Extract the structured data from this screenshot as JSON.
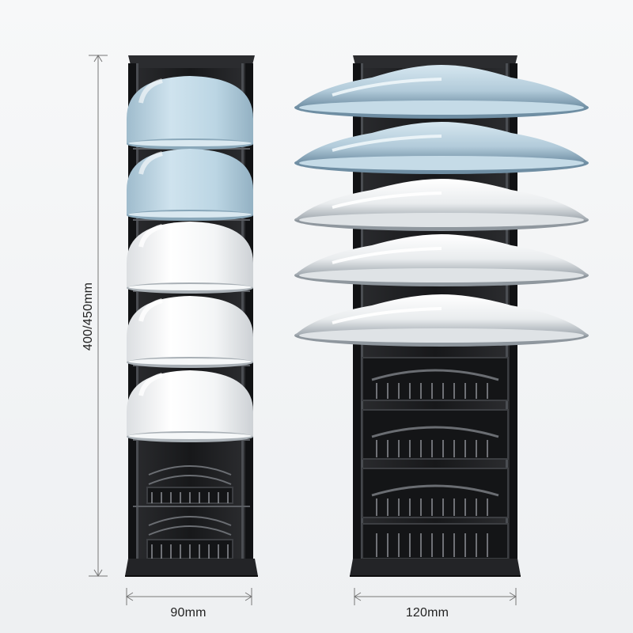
{
  "dimensions": {
    "height_label": "400/450mm",
    "left_width_label": "90mm",
    "right_width_label": "120mm"
  },
  "products": [
    {
      "name": "bowl-rack",
      "items": 5,
      "item_type": "bowl",
      "empty_tiers": 2
    },
    {
      "name": "plate-rack",
      "items": 5,
      "item_type": "plate",
      "empty_tiers": 3
    }
  ],
  "colors": {
    "rack": "#1f2023",
    "rack_highlight": "#55585d",
    "blue_dish": "#b9d4e2",
    "white_dish": "#ffffff",
    "dimension_line": "#777777"
  }
}
